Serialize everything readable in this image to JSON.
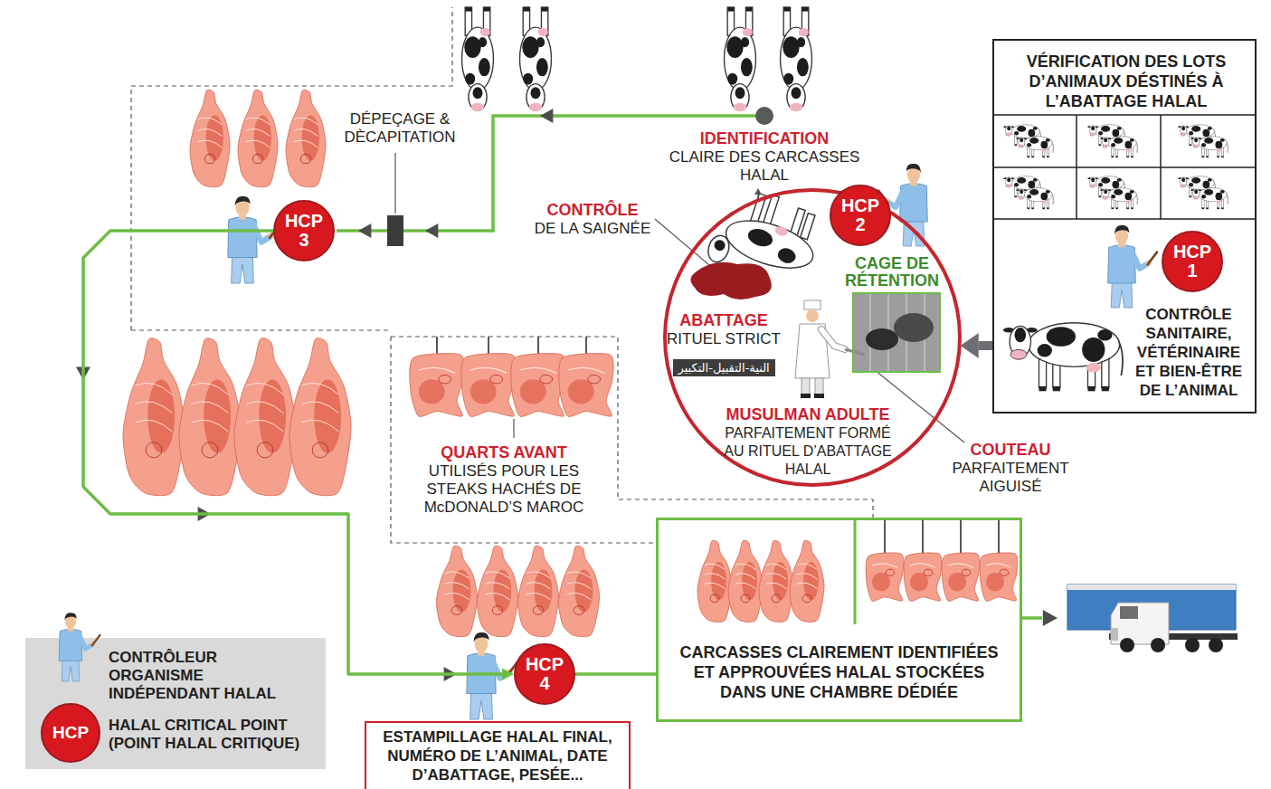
{
  "diagram": {
    "nodes": [
      {
        "text": [
          "VÉRIFICATION DES LOTS D’ANIMAUX DÉSTINÉS À L’ABATTAGE HALAL",
          "CONTRÔLE SANITAIRE, VÉTÉRINAIRE ET BIEN-ÊTRE DE L’ANIMAL"
        ]
      },
      {
        "text": [
          "HCP 1"
        ],
        "in": 0
      },
      {
        "text": [
          "ABATTAGE",
          "RITUEL STRICT",
          "MUSULMAN ADULTE",
          "PARFAITEMENT FORMÉ AU RITUEL D’ABATTAGE HALAL"
        ]
      },
      {
        "text": [
          "HCP 2"
        ],
        "in": 2
      },
      {
        "text": [
          "CAGE DE RÉTENTION"
        ],
        "in": 2
      },
      {
        "text": [
          "النية-التقبيل-التكبير"
        ],
        "in": 2
      },
      {
        "text": [
          "HCP 3"
        ]
      },
      {
        "text": [
          "HCP 4"
        ]
      },
      {
        "text": [
          "ESTAMPILLAGE HALAL FINAL, NUMÉRO DE L’ANIMAL, DATE D’ABATTAGE, PESÉE..."
        ]
      },
      {
        "text": [
          "CARCASSES CLAIREMENT IDENTIFIÉES ET APPROUVÉES HALAL STOCKÉES DANS UNE CHAMBRE DÉDIÉE"
        ]
      }
    ],
    "edges": [
      {
        "from": 0,
        "to": 2,
        "arrow": "to"
      },
      {
        "from": 6,
        "to": 7,
        "arrow": "to"
      },
      {
        "from": 7,
        "to": 9,
        "arrow": "none"
      }
    ],
    "labels": [
      "DÉPEÇAGE & DÈCAPITATION",
      "IDENTIFICATION",
      "CLAIRE DES CARCASSES HALAL",
      "CONTRÔLE",
      "DE LA SAIGNÉE",
      "COUTEAU",
      "PARFAITEMENT AIGUISÉ",
      "QUARTS AVANT",
      "UTILISÉS POUR LES STEAKS HACHÉS DE McDONALD’S MAROC",
      "HCP"
    ],
    "legend": [
      {
        "text": "CONTRÔLEUR ORGANISME INDÉPENDANT HALAL"
      },
      {
        "text": "HALAL CRITICAL POINT (POINT HALAL CRITIQUE)",
        "color": "#d7191f"
      }
    ]
  }
}
